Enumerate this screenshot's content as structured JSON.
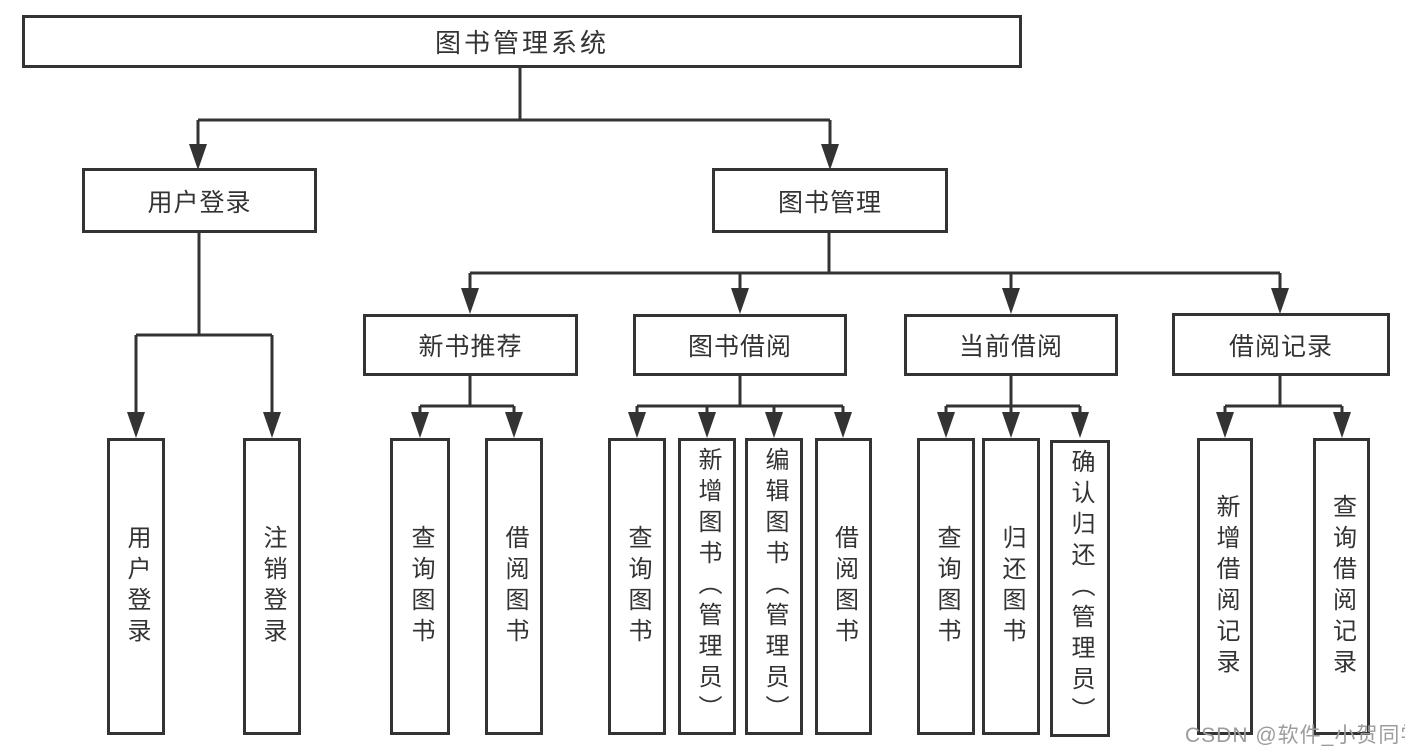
{
  "page": {
    "background": "#ffffff"
  },
  "colors": {
    "line": "#333333",
    "box_border": "#333333",
    "text": "#333333",
    "watermark": "#9c9c9c"
  },
  "tree": {
    "label": "图书管理系统",
    "children": [
      {
        "label": "用户登录",
        "children": [
          {
            "label": "用户登录"
          },
          {
            "label": "注销登录"
          }
        ]
      },
      {
        "label": "图书管理",
        "children": [
          {
            "label": "新书推荐",
            "children": [
              {
                "label": "查询图书"
              },
              {
                "label": "借阅图书"
              }
            ]
          },
          {
            "label": "图书借阅",
            "children": [
              {
                "label": "查询图书"
              },
              {
                "label": "新增图书（管理员）"
              },
              {
                "label": "编辑图书（管理员）"
              },
              {
                "label": "借阅图书"
              }
            ]
          },
          {
            "label": "当前借阅",
            "children": [
              {
                "label": "查询图书"
              },
              {
                "label": "归还图书"
              },
              {
                "label": "确认归还（管理员）"
              }
            ]
          },
          {
            "label": "借阅记录",
            "children": [
              {
                "label": "新增借阅记录"
              },
              {
                "label": "查询借阅记录"
              }
            ]
          }
        ]
      }
    ]
  },
  "watermark": {
    "text": "CSDN @软件_小贺同学"
  }
}
